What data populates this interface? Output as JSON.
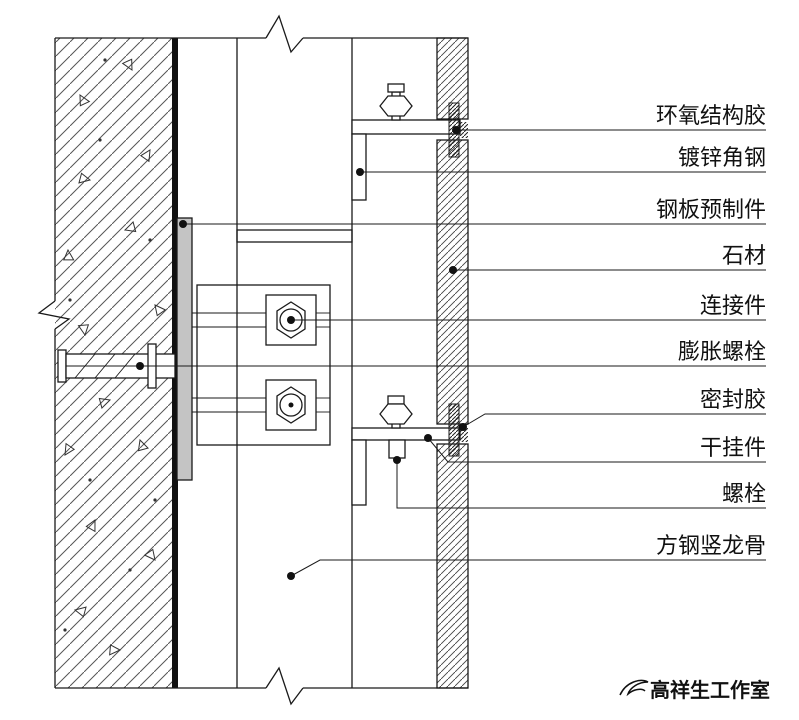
{
  "drawing": {
    "type": "stone-dry-hanging-wall-detail",
    "labels": [
      {
        "id": "epoxy-structural-adhesive",
        "text": "环氧结构胶"
      },
      {
        "id": "galvanized-angle-steel",
        "text": "镀锌角钢"
      },
      {
        "id": "prefab-steel-plate",
        "text": "钢板预制件"
      },
      {
        "id": "stone",
        "text": "石材"
      },
      {
        "id": "connector",
        "text": "连接件"
      },
      {
        "id": "expansion-bolt",
        "text": "膨胀螺栓"
      },
      {
        "id": "sealant",
        "text": "密封胶"
      },
      {
        "id": "dry-hanging-clip",
        "text": "干挂件"
      },
      {
        "id": "bolt",
        "text": "螺栓"
      },
      {
        "id": "square-steel-vertical-keel",
        "text": "方钢竖龙骨"
      }
    ],
    "watermark": {
      "text": "高祥生工作室"
    },
    "colors": {
      "ink": "#1a1a1a",
      "paper": "#ffffff",
      "plate_fill": "#c4c4c4"
    }
  }
}
